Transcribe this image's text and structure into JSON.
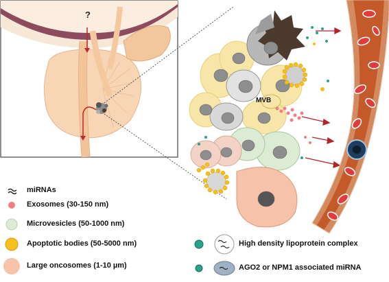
{
  "question_mark": "?",
  "mvb_label": "MVB",
  "legend": {
    "mirnas": "miRNAs",
    "exosomes": "Exosomes (30-150 nm)",
    "microvesicles": "Microvesicles (50-1000 nm)",
    "apoptotic_bodies": "Apoptotic bodies (50-5000 nm)",
    "large_oncosomes": "Large oncosomes (1-10 µm)",
    "hdl_complex": "High density lipoprotein complex",
    "ago2": "AGO2 or NPM1 associated miRNA"
  },
  "colors": {
    "exosome": "#f07f82",
    "microvesicle": "#dcebd4",
    "apoptotic_body": "#f4c01e",
    "large_oncosome": "#f6c3aa",
    "vessel": "#c45a2a",
    "bladder": "#8a4a5a",
    "prostate": "#f7d9b8",
    "rbc": "#e23b3b"
  }
}
